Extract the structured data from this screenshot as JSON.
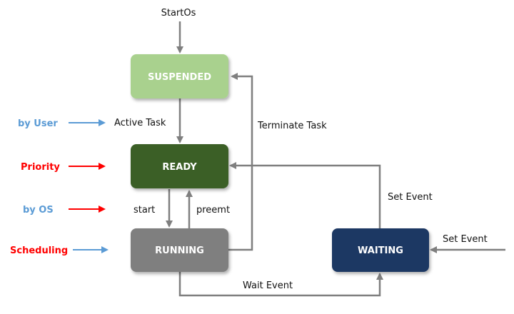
{
  "colors": {
    "suspended": "#a9d18e",
    "ready": "#3a5f28",
    "running": "#7f7f7f",
    "waiting": "#1f3864",
    "arrow_gray": "#7f7f7f",
    "blue": "#5b9bd5",
    "red": "#ff0000"
  },
  "states": {
    "suspended": "SUSPENDED",
    "ready": "READY",
    "running": "RUNNING",
    "waiting": "WAITING"
  },
  "transitions": {
    "start_os": "StartOs",
    "active_task": "Active Task",
    "terminate_task": "Terminate Task",
    "start": "start",
    "preemt": "preemt",
    "set_event_ready": "Set Event",
    "set_event_waiting": "Set Event",
    "wait_event": "Wait Event"
  },
  "sidebar": {
    "by_user": "by User",
    "priority": "Priority",
    "by_os": "by OS",
    "scheduling": "Scheduling"
  }
}
